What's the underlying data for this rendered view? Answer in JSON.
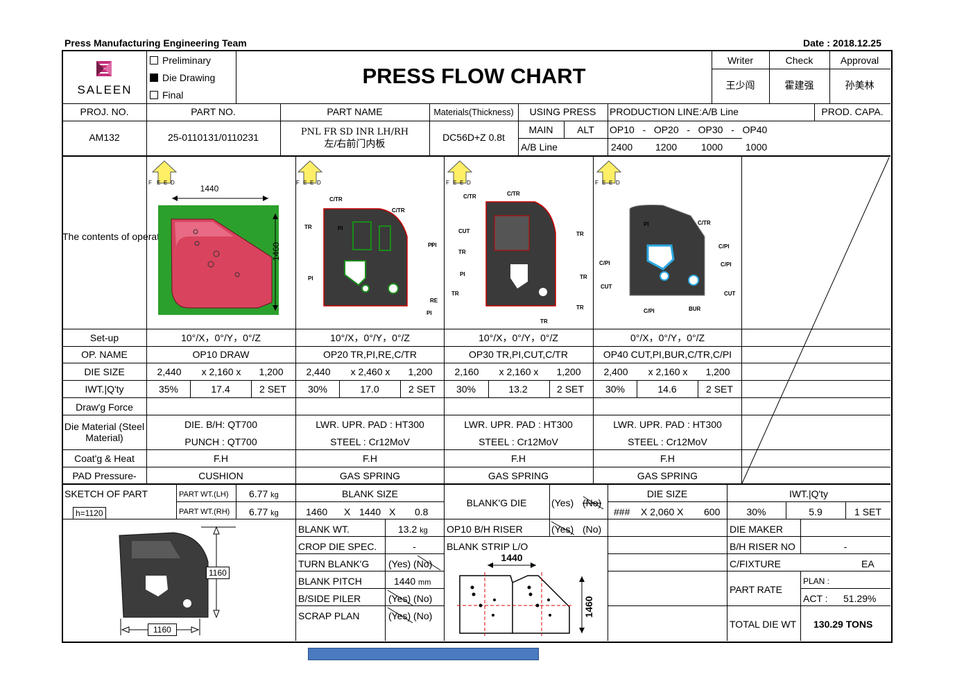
{
  "header": {
    "team": "Press Manufacturing Engineering Team",
    "date": "Date : 2018.12.25"
  },
  "logo": {
    "text": "SALEEN"
  },
  "status": {
    "items": [
      {
        "label": "Preliminary",
        "checked": false
      },
      {
        "label": "Die Drawing",
        "checked": true
      },
      {
        "label": "Final",
        "checked": false
      }
    ]
  },
  "title": "PRESS FLOW CHART",
  "signoff": {
    "labels": [
      "Writer",
      "Check",
      "Approval"
    ],
    "names": [
      "王少闯",
      "霍建强",
      "孙美林"
    ]
  },
  "info": {
    "h_proj": "PROJ.  NO.",
    "h_part_no": "PART NO.",
    "h_part_name": "PART NAME",
    "h_materials": "Materials(Thickness)",
    "h_using_press": "USING PRESS",
    "h_prod_line": "PRODUCTION LINE:A/B Line",
    "h_prod_capa": "PROD. CAPA.",
    "proj": "AM132",
    "part_no": "25-0110131/0110231",
    "part_name_en": "PNL FR SD INR LH/RH",
    "part_name_cn": "左/右前门内板",
    "material": "DC56D+Z  0.8t",
    "main": "MAIN",
    "alt": "ALT",
    "ab_line": "A/B Line",
    "ops": [
      "OP10",
      "-",
      "OP20",
      "-",
      "OP30",
      "-",
      "OP40"
    ],
    "capa": [
      "2400",
      "1200",
      "1000",
      "1000"
    ]
  },
  "ops": {
    "contents_label": "The contents of operation",
    "feed": "FEED",
    "row_labels": [
      "Set-up",
      "OP. NAME",
      "DIE SIZE",
      "IWT.|Q'ty",
      "Draw'g Force",
      "Die Material (Steel Material)",
      "Coat'g & Heat",
      "PAD Pressure-"
    ],
    "columns": [
      {
        "setup": "10°/X，0°/Y，0°/Z",
        "name": "OP10 DRAW",
        "die": [
          "2,440",
          "x  2,160  x",
          "1,200"
        ],
        "iwt": [
          "35%",
          "17.4",
          "2 SET"
        ],
        "mat1": "DIE. B/H:  QT700",
        "mat2": "PUNCH : QT700",
        "coat": "F.H",
        "pad": "CUSHION"
      },
      {
        "setup": "10°/X，0°/Y，0°/Z",
        "name": "OP20 TR,PI,RE,C/TR",
        "die": [
          "2,440",
          "x  2,460  x",
          "1,200"
        ],
        "iwt": [
          "30%",
          "17.0",
          "2 SET"
        ],
        "mat1": "LWR. UPR. PAD : HT300",
        "mat2": "STEEL : Cr12MoV",
        "coat": "F.H",
        "pad": "GAS SPRING"
      },
      {
        "setup": "10°/X，0°/Y，0°/Z",
        "name": "OP30 TR,PI,CUT,C/TR",
        "die": [
          "2,160",
          "x  2,160  x",
          "1,200"
        ],
        "iwt": [
          "30%",
          "13.2",
          "2 SET"
        ],
        "mat1": "LWR. UPR. PAD : HT300",
        "mat2": "STEEL : Cr12MoV",
        "coat": "F.H",
        "pad": "GAS SPRING"
      },
      {
        "setup": "0°/X，0°/Y，0°/Z",
        "name": "OP40 CUT,PI,BUR,C/TR,C/PI",
        "die": [
          "2,400",
          "x  2,160  x",
          "1,200"
        ],
        "iwt": [
          "30%",
          "14.6",
          "2 SET"
        ],
        "mat1": "LWR. UPR. PAD : HT300",
        "mat2": "STEEL : Cr12MoV",
        "coat": "F.H",
        "pad": "GAS SPRING"
      }
    ],
    "op10_dims": {
      "w": "1440",
      "h": "1460"
    },
    "op20_labels": [
      "C/TR",
      "C/TR",
      "TR",
      "PI",
      "PI",
      "PI",
      "PI",
      "RE",
      "PI"
    ],
    "op30_labels": [
      "C/TR",
      "C/TR",
      "CUT",
      "TR",
      "TR",
      "PI",
      "TR",
      "TR",
      "TR",
      "TR"
    ],
    "op40_labels": [
      "C/TR",
      "PI",
      "C/PI",
      "C/PI",
      "C/PI",
      "CUT",
      "CUT",
      "C/PI",
      "BUR"
    ]
  },
  "bottom": {
    "sketch_label": "SKETCH OF PART",
    "h_label": "h=1120",
    "part_wt_lh_label": "PART WT.(LH)",
    "part_wt_lh": "6.77",
    "part_wt_rh_label": "PART WT.(RH)",
    "part_wt_rh": "6.77",
    "kg": "kg",
    "sketch_w": "1160",
    "sketch_h": "1160",
    "blank_size_label": "BLANK SIZE",
    "blank_size": [
      "1460",
      "X",
      "1440",
      "X",
      "0.8"
    ],
    "blanking_die": "BLANK'G DIE",
    "yes": "(Yes)",
    "no": "(No)",
    "die_size_label": "DIE SIZE",
    "die_size": [
      "###",
      "X  2,060  X",
      "600"
    ],
    "iwt_label": "IWT.|Q'ty",
    "iwt": [
      "30%",
      "5.9",
      "1 SET"
    ],
    "rows": [
      {
        "label": "BLANK WT.",
        "value": "13.2",
        "unit": "kg"
      },
      {
        "label": "CROP DIE SPEC.",
        "value": "-"
      },
      {
        "label": "TURN BLANK'G",
        "value": "(Yes)  (No)"
      },
      {
        "label": "BLANK PITCH",
        "value": "1440",
        "unit": "mm"
      },
      {
        "label": "B/SIDE PILER",
        "value": "(Yes)  (No)"
      },
      {
        "label": "SCRAP PLAN",
        "value": "(Yes)  (No)"
      }
    ],
    "op10_riser_label": "OP10 B/H RISER",
    "blank_strip": "BLANK STRIP L/O",
    "strip_w": "1440",
    "strip_h": "1460",
    "die_maker": "DIE MAKER",
    "bh_riser": "B/H RISER NO",
    "bh_riser_val": "-",
    "cfixture": "C/FIXTURE",
    "cfixture_val": "EA",
    "part_rate": "PART RATE",
    "plan": "PLAN :",
    "act": "ACT :",
    "act_val": "51.29%",
    "total_die_wt": "TOTAL DIE WT",
    "total_die_wt_val": "130.29 TONS"
  },
  "colors": {
    "draw_green": "#2ca02c",
    "draw_part": "#d9435e",
    "arrow_yellow": "#ffef66",
    "footer_bar": "#4a7ac0"
  }
}
